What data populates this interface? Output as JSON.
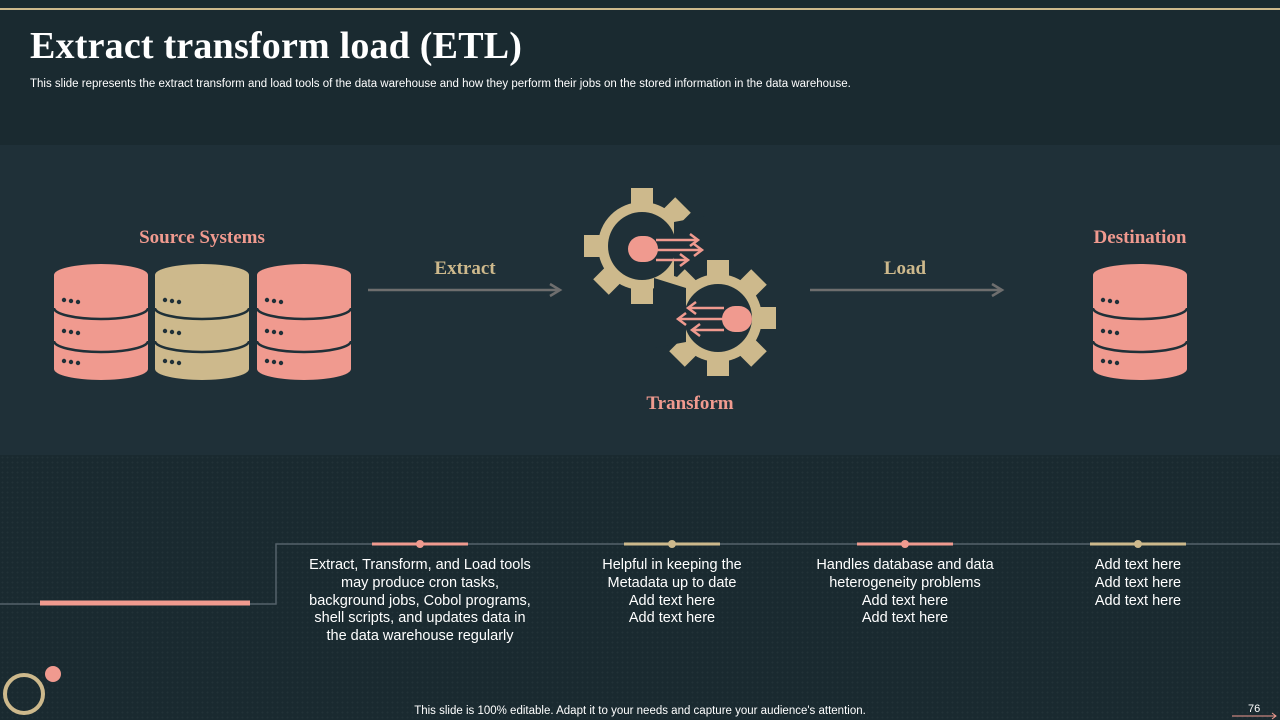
{
  "slide": {
    "title": "Extract transform load (ETL)",
    "subtitle": "This slide represents the extract transform and load tools of the data warehouse and how they perform their jobs on the stored information in the data warehouse.",
    "footer": "This slide is 100% editable. Adapt it to your needs and capture your audience's attention.",
    "page_number": "76"
  },
  "diagram": {
    "source_label": "Source Systems",
    "extract_label": "Extract",
    "transform_label": "Transform",
    "load_label": "Load",
    "destination_label": "Destination"
  },
  "descriptions": [
    {
      "lines": [
        "Extract, Transform, and Load tools",
        "may produce cron tasks,",
        "background jobs, Cobol programs,",
        "shell scripts, and updates data in",
        "the data warehouse regularly"
      ]
    },
    {
      "lines": [
        "Helpful in keeping the",
        "Metadata up to date",
        "Add text here",
        "Add text here"
      ]
    },
    {
      "lines": [
        "Handles database and data",
        "heterogeneity problems",
        "Add text here",
        "Add text here"
      ]
    },
    {
      "lines": [
        "Add text here",
        "Add text here",
        "Add text here"
      ]
    }
  ],
  "colors": {
    "background": "#1a2a30",
    "band": "#1f3038",
    "pink": "#f09a8f",
    "tan": "#cdb98c",
    "arrow": "#6e6e6e",
    "line": "#55626a"
  }
}
